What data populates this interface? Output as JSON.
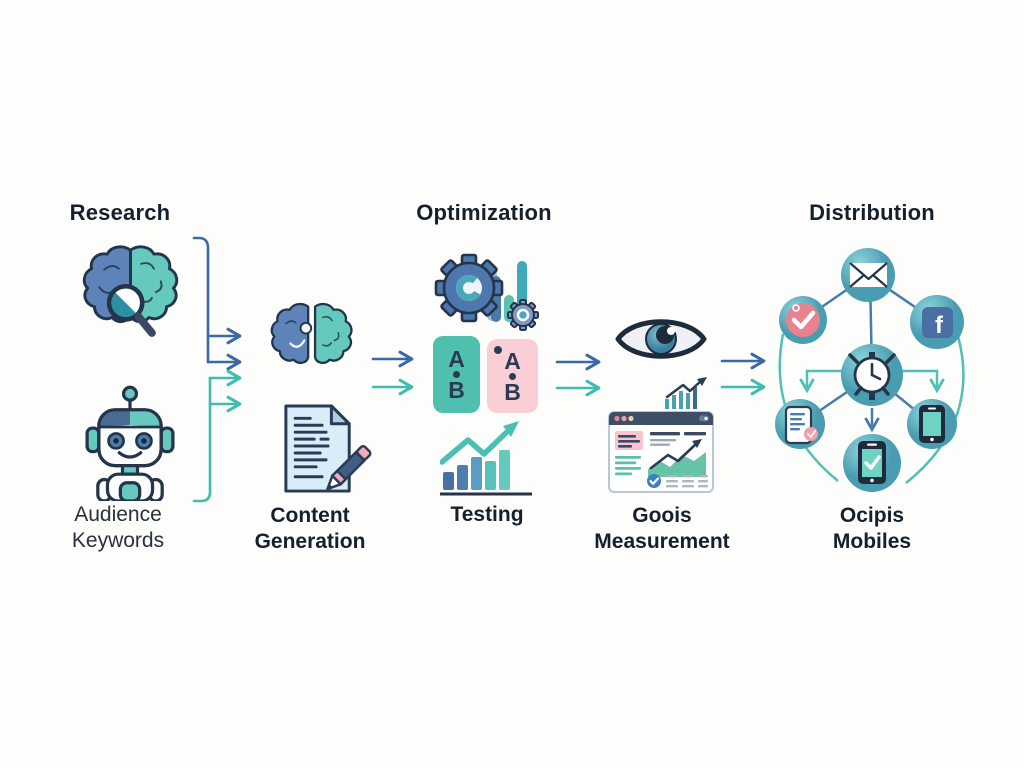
{
  "research": {
    "title": "Research",
    "caption1": "Audience",
    "caption2": "Keywords"
  },
  "content": {
    "caption1": "Content",
    "caption2": "Generation"
  },
  "optimization": {
    "title": "Optimization",
    "caption": "Testing",
    "card_a": "A",
    "card_b": "B"
  },
  "measurement": {
    "caption1": "Goois",
    "caption2": "Measurement"
  },
  "distribution": {
    "title": "Distribution",
    "caption1": "Ocipis",
    "caption2": "Mobiles",
    "facebook_letter": "f"
  },
  "colors": {
    "background": "#fdfdfb",
    "text_navy": "#15202e",
    "outline_navy": "#24344a",
    "blue": "#5d83b8",
    "teal": "#66c9bd",
    "arrow_blue": "#3a6aa6",
    "arrow_teal": "#3fbcb0",
    "distribution_circle_teal": "#4f9fb2",
    "ab_card_teal": "#4fc0ae",
    "ab_card_pink": "#f9ced4",
    "check_circle_pink": "#e8828f",
    "facebook_blue": "#4a6fa5",
    "document_blue": "#d9ecf8"
  }
}
